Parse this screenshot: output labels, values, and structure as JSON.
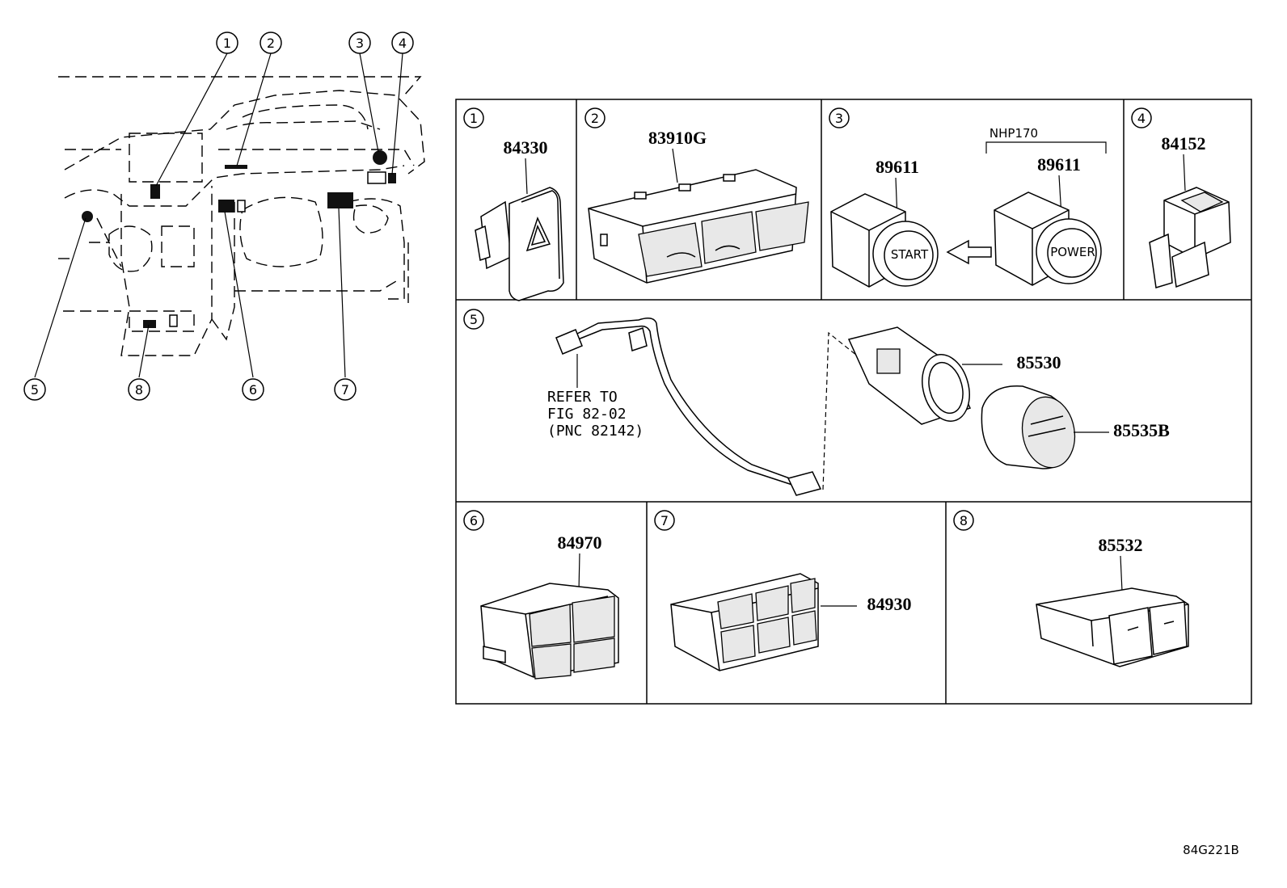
{
  "callouts": [
    "1",
    "2",
    "3",
    "4",
    "5",
    "6",
    "7",
    "8"
  ],
  "panels": {
    "p1": {
      "callout": "1",
      "part": "84330"
    },
    "p2": {
      "callout": "2",
      "part": "83910G"
    },
    "p3": {
      "callout": "3",
      "variant_label": "NHP170",
      "part_a": "89611",
      "part_b": "89611"
    },
    "p4": {
      "callout": "4",
      "part": "84152"
    },
    "p5": {
      "callout": "5",
      "refer_lines": [
        "REFER TO",
        "FIG 82-02",
        "(PNC 82142)"
      ],
      "part_a": "85530",
      "part_b": "85535B"
    },
    "p6": {
      "callout": "6",
      "part": "84970"
    },
    "p7": {
      "callout": "7",
      "part": "84930"
    },
    "p8": {
      "callout": "8",
      "part": "85532"
    }
  },
  "figure_code": "84G221B"
}
